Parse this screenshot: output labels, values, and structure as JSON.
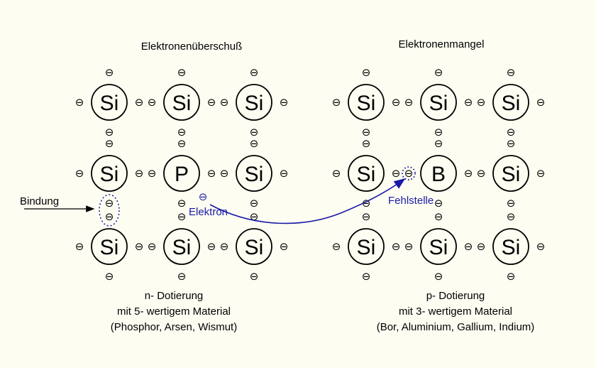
{
  "left": {
    "title": "Elektronenüberschuß",
    "caption": [
      "n- Dotierung",
      "mit 5- wertigem Material",
      "(Phosphor, Arsen, Wismut)"
    ],
    "atoms": [
      [
        "Si",
        "Si",
        "Si"
      ],
      [
        "Si",
        "P",
        "Si"
      ],
      [
        "Si",
        "Si",
        "Si"
      ]
    ],
    "bond_label": "Bindung",
    "electron_label": "Elektron"
  },
  "right": {
    "title": "Elektronenmangel",
    "caption": [
      "p- Dotierung",
      "mit 3- wertigem Material",
      "(Bor, Aluminium, Gallium, Indium)"
    ],
    "atoms": [
      [
        "Si",
        "Si",
        "Si"
      ],
      [
        "Si",
        "B",
        "Si"
      ],
      [
        "Si",
        "Si",
        "Si"
      ]
    ],
    "hole_label": "Fehlstelle"
  },
  "electron_symbol": "⊖",
  "colors": {
    "background": "#fdfdf2",
    "ink": "#000000",
    "accent": "#1a1aa6"
  }
}
